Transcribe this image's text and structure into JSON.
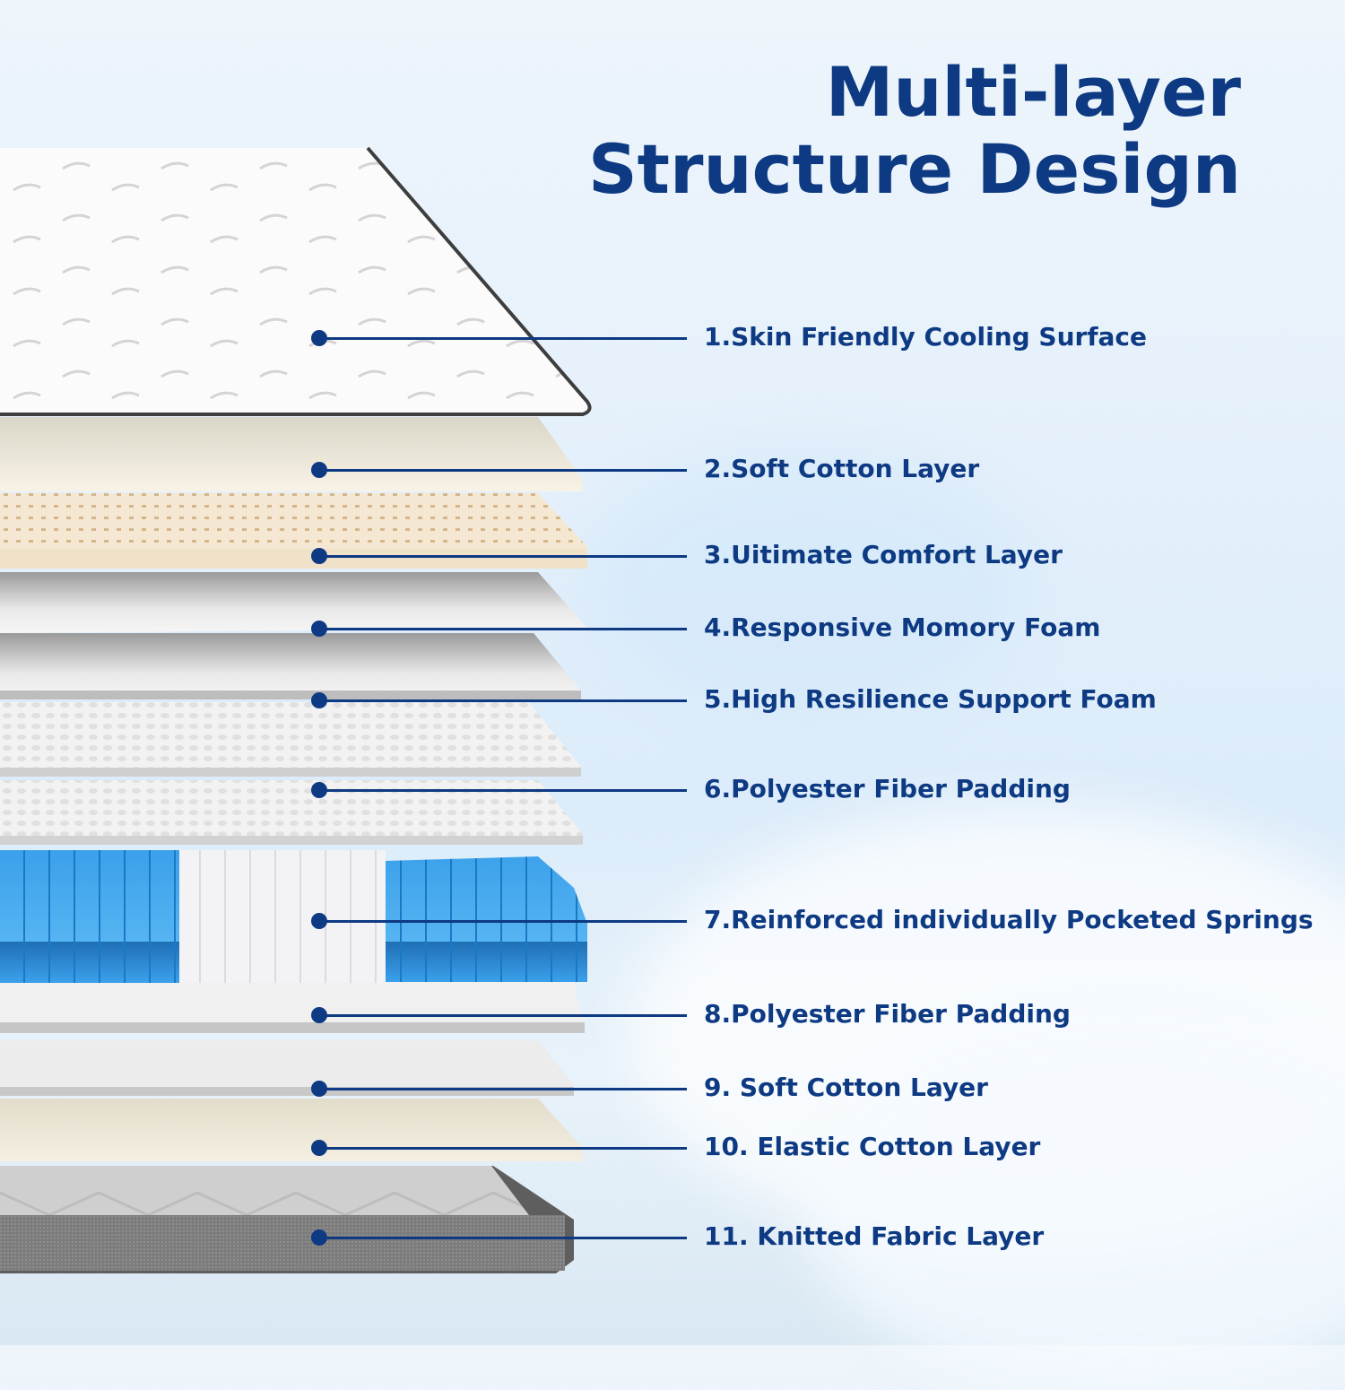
{
  "title": {
    "line1": "Multi-layer",
    "line2": "Structure Design"
  },
  "colors": {
    "accent": "#0d3a82",
    "background": "#e4f0fb",
    "spring_blue": "#2f9be6"
  },
  "layers": [
    {
      "number": "1",
      "label": "1.Skin Friendly Cooling Surface"
    },
    {
      "number": "2",
      "label": "2.Soft Cotton Layer"
    },
    {
      "number": "3",
      "label": "3.Uitimate Comfort Layer"
    },
    {
      "number": "4",
      "label": "4.Responsive Momory Foam"
    },
    {
      "number": "5",
      "label": "5.High Resilience Support Foam"
    },
    {
      "number": "6",
      "label": "6.Polyester Fiber Padding"
    },
    {
      "number": "7",
      "label": "7.Reinforced individually Pocketed Springs"
    },
    {
      "number": "8",
      "label": "8.Polyester Fiber Padding"
    },
    {
      "number": "9",
      "label": "9. Soft Cotton Layer"
    },
    {
      "number": "10",
      "label": "10. Elastic Cotton Layer"
    },
    {
      "number": "11",
      "label": "11. Knitted Fabric Layer"
    }
  ]
}
